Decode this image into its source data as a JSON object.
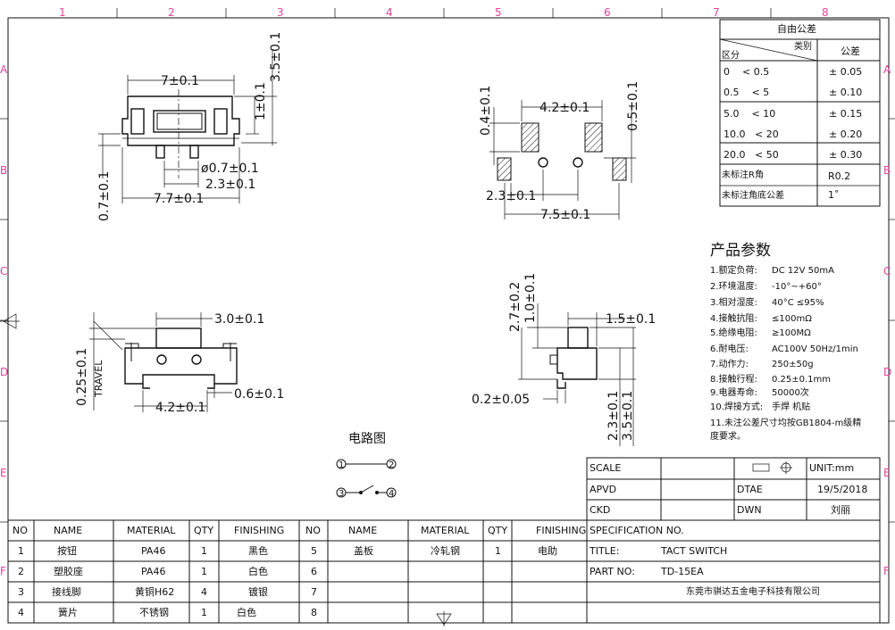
{
  "grid": {
    "cols": [
      "1",
      "2",
      "3",
      "4",
      "5",
      "6",
      "7",
      "8"
    ],
    "rows": [
      "A",
      "B",
      "C",
      "D",
      "E",
      "F"
    ]
  },
  "tolerance": {
    "title": "自由公差",
    "header_category": "类别",
    "header_range": "区分",
    "header_tol": "公差",
    "rows": [
      {
        "range": "0    < 0.5",
        "tol": "± 0.05"
      },
      {
        "range": "0.5    < 5",
        "tol": "± 0.10"
      },
      {
        "range": "5.0    < 10",
        "tol": "± 0.15"
      },
      {
        "range": "10.0   < 20",
        "tol": "± 0.20"
      },
      {
        "range": "20.0   < 50",
        "tol": "± 0.30"
      }
    ],
    "r_label": "未标注R角",
    "r_value": "R0.2",
    "angle_label": "未标注角底公差",
    "angle_value": "1˚"
  },
  "dims_top_left": {
    "w7": "7±0.1",
    "h35": "3.5±0.1",
    "h1": "1±0.1",
    "d07": "ø0.7±0.1",
    "w23": "2.3±0.1",
    "w77": "7.7±0.1",
    "h07": "0.7±0.1"
  },
  "dims_top_right": {
    "w42": "4.2±0.1",
    "h04": "0.4±0.1",
    "h05": "0.5±0.1",
    "w23": "2.3±0.1",
    "w75": "7.5±0.1"
  },
  "dims_mid_left": {
    "w30": "3.0±0.1",
    "travel": "0.25±0.1",
    "travel_label": "TRAVEL",
    "w06": "0.6±0.1",
    "w42": "4.2±0.1"
  },
  "dims_mid_right": {
    "h27": "2.7±0.2",
    "h10": "1.0±0.1",
    "w15": "1.5±0.1",
    "w02": "0.2±0.05",
    "h23": "2.3±0.1",
    "h35": "3.5±0.1"
  },
  "circuit": {
    "title": "电路图",
    "n1": "1",
    "n2": "2",
    "n3": "3",
    "n4": "4"
  },
  "params": {
    "title": "产品参数",
    "items": [
      {
        "k": "1.额定负荷:",
        "v": "DC 12V 50mA"
      },
      {
        "k": "2.环境温度:",
        "v": "-10°~+60°"
      },
      {
        "k": "3.相对湿度:",
        "v": "40°C  ≤95%"
      },
      {
        "k": "4.接触抗阻:",
        "v": "≤100mΩ"
      },
      {
        "k": "5.绝缘电阻:",
        "v": "≥100MΩ"
      },
      {
        "k": "6.耐电压:",
        "v": "AC100V 50Hz/1min"
      },
      {
        "k": "7.动作力:",
        "v": "250±50g"
      },
      {
        "k": "8.接触行程:",
        "v": "0.25±0.1mm"
      },
      {
        "k": "9.电器寿命:",
        "v": "50000次"
      },
      {
        "k": "10.焊接方式:",
        "v": "手焊 机贴"
      }
    ],
    "note1": "11.未注公差尺寸均按GB1804-m级精",
    "note2": "度要求。"
  },
  "title_block": {
    "scale": "SCALE",
    "unit": "UNIT:mm",
    "apvd": "APVD",
    "date_label": "DTAE",
    "date": "19/5/2018",
    "ckd": "CKD",
    "dwn": "DWN",
    "dwn_name": "刘丽",
    "spec": "SPECIFICATION NO.",
    "title_label": "TITLE:",
    "title": "TACT SWITCH",
    "part_label": "PART NO:",
    "part": "TD-15EA",
    "company": "东莞市骐达五金电子科技有限公司"
  },
  "bom": {
    "headers": [
      "NO",
      "NAME",
      "MATERIAL",
      "QTY",
      "FINISHING",
      "NO",
      "NAME",
      "MATERIAL",
      "QTY",
      "FINISHING"
    ],
    "rows": [
      [
        "1",
        "按钮",
        "PA46",
        "1",
        "黑色",
        "5",
        "盖板",
        "冷轧钢",
        "1",
        "电助"
      ],
      [
        "2",
        "塑胶座",
        "PA46",
        "1",
        "白色",
        "6",
        "",
        "",
        "",
        ""
      ],
      [
        "3",
        "接线脚",
        "黄铜H62",
        "4",
        "镀银",
        "7",
        "",
        "",
        "",
        ""
      ],
      [
        "4",
        "簧片",
        "不锈钢",
        "1",
        "白色",
        "8",
        "",
        "",
        "",
        ""
      ]
    ]
  }
}
